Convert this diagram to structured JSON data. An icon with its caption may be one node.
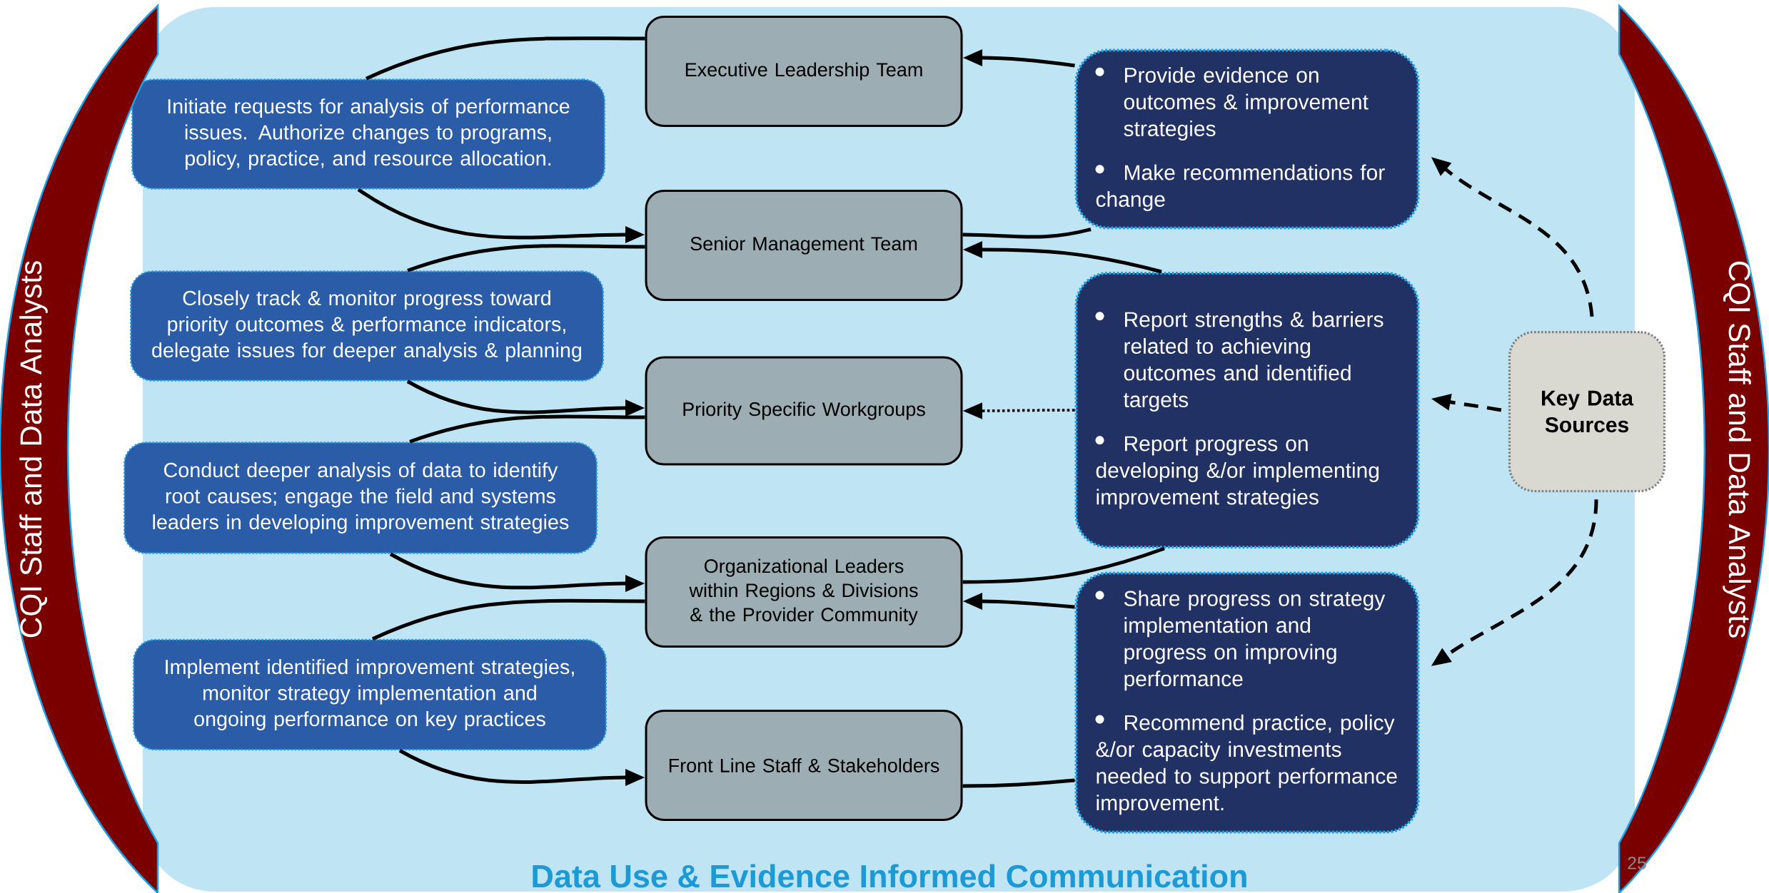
{
  "diagram": {
    "title": "Data Use & Evidence Informed Communication",
    "nodes": [
      {
        "text": [
          "Executive Leadership Team"
        ]
      },
      {
        "text": [
          "Senior Management Team"
        ]
      },
      {
        "text": [
          "Priority Specific Workgroups"
        ]
      },
      {
        "text": [
          "Organizational Leaders within Regions & Divisions & the Provider Community"
        ]
      },
      {
        "text": [
          "Front Line Staff & Stakeholders"
        ]
      },
      {
        "text": [
          "Initiate requests for analysis of performance issues. Authorize changes to programs, policy, practice, and resource allocation."
        ]
      },
      {
        "text": [
          "Closely track & monitor progress toward priority outcomes & performance indicators, delegate issues for deeper analysis & planning"
        ]
      },
      {
        "text": [
          "Conduct deeper analysis of data to identify root causes; engage the field and systems leaders in developing improvement strategies"
        ]
      },
      {
        "text": [
          "Implement identified improvement strategies, monitor strategy implementation and ongoing performance on key practices"
        ]
      },
      {
        "text": [
          "Provide evidence on outcomes & improvement strategies",
          "Make recommendations for change"
        ]
      },
      {
        "text": [
          "Report strengths & barriers related to achieving outcomes and identified targets",
          "Report progress on developing &/or implementing improvement strategies"
        ]
      },
      {
        "text": [
          "Share progress on strategy implementation and progress on improving performance",
          "Recommend practice, policy &/or capacity investments needed to support performance improvement."
        ]
      },
      {
        "text": [
          "Key Data Sources"
        ]
      },
      {
        "text": [
          "CQI Staff and Data Analysts"
        ]
      },
      {
        "text": [
          "CQI Staff and Data Analysts"
        ]
      }
    ],
    "edges": [
      {
        "from": 0,
        "to": 5,
        "arrow": "none"
      },
      {
        "from": 5,
        "to": 1,
        "arrow": "to"
      },
      {
        "from": 1,
        "to": 6,
        "arrow": "none"
      },
      {
        "from": 6,
        "to": 2,
        "arrow": "to"
      },
      {
        "from": 2,
        "to": 7,
        "arrow": "none"
      },
      {
        "from": 7,
        "to": 3,
        "arrow": "to"
      },
      {
        "from": 3,
        "to": 8,
        "arrow": "none"
      },
      {
        "from": 8,
        "to": 4,
        "arrow": "to"
      },
      {
        "from": 9,
        "to": 0,
        "arrow": "to"
      },
      {
        "from": 1,
        "to": 9,
        "arrow": "none"
      },
      {
        "from": 10,
        "to": 1,
        "arrow": "to"
      },
      {
        "from": 10,
        "to": 2,
        "arrow": "to",
        "style": "dashed"
      },
      {
        "from": 3,
        "to": 10,
        "arrow": "none"
      },
      {
        "from": 11,
        "to": 3,
        "arrow": "to"
      },
      {
        "from": 4,
        "to": 11,
        "arrow": "none"
      },
      {
        "from": 12,
        "to": 9,
        "arrow": "to",
        "style": "dashed"
      },
      {
        "from": 12,
        "to": 10,
        "arrow": "to",
        "style": "dashed"
      },
      {
        "from": 12,
        "to": 11,
        "arrow": "to",
        "style": "dashed"
      }
    ],
    "labels": [
      "25"
    ]
  }
}
